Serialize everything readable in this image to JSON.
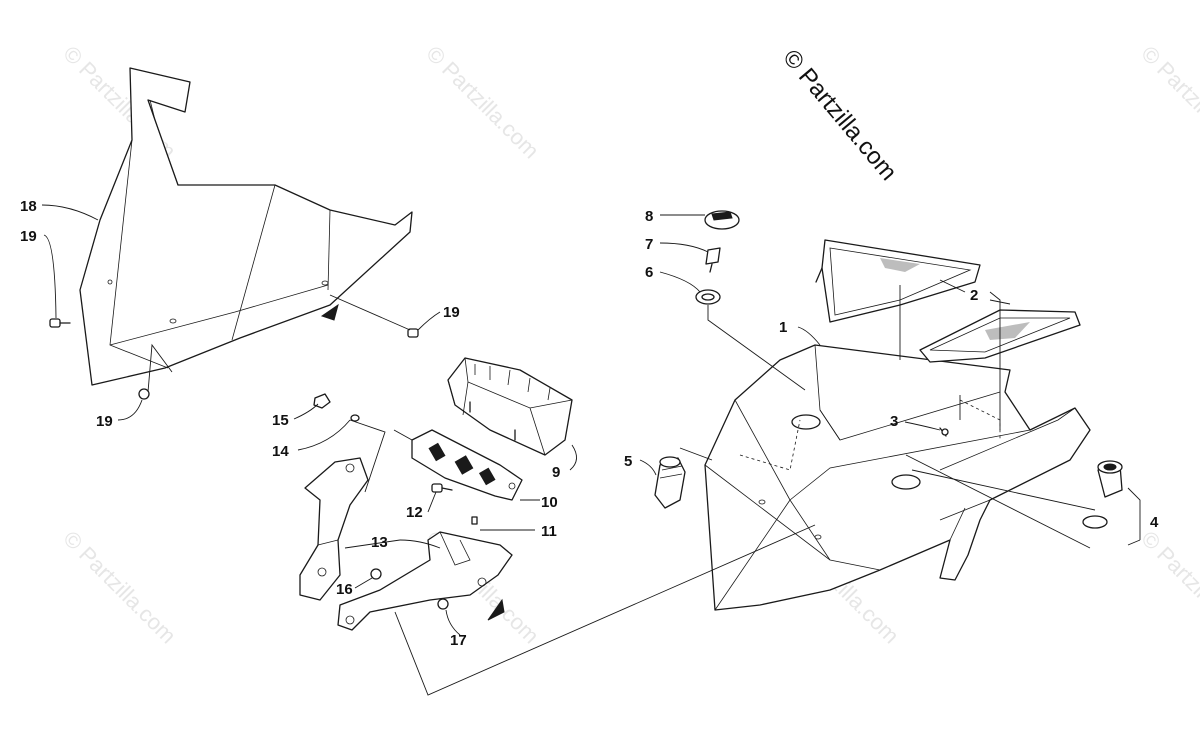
{
  "copyright": "© Partzilla.com",
  "watermark": "© Partzilla.com",
  "callouts": [
    {
      "id": "1",
      "label": "1"
    },
    {
      "id": "2",
      "label": "2"
    },
    {
      "id": "3",
      "label": "3"
    },
    {
      "id": "4",
      "label": "4"
    },
    {
      "id": "5",
      "label": "5"
    },
    {
      "id": "6",
      "label": "6"
    },
    {
      "id": "7",
      "label": "7"
    },
    {
      "id": "8",
      "label": "8"
    },
    {
      "id": "9",
      "label": "9"
    },
    {
      "id": "10",
      "label": "10"
    },
    {
      "id": "11",
      "label": "11"
    },
    {
      "id": "12",
      "label": "12"
    },
    {
      "id": "13",
      "label": "13"
    },
    {
      "id": "14",
      "label": "14"
    },
    {
      "id": "15",
      "label": "15"
    },
    {
      "id": "16",
      "label": "16"
    },
    {
      "id": "17",
      "label": "17"
    },
    {
      "id": "18",
      "label": "18"
    },
    {
      "id": "19a",
      "label": "19"
    },
    {
      "id": "19b",
      "label": "19"
    },
    {
      "id": "19c",
      "label": "19"
    }
  ],
  "colors": {
    "line": "#1a1a1a",
    "watermark": "#e6e6e6",
    "background": "#ffffff"
  }
}
